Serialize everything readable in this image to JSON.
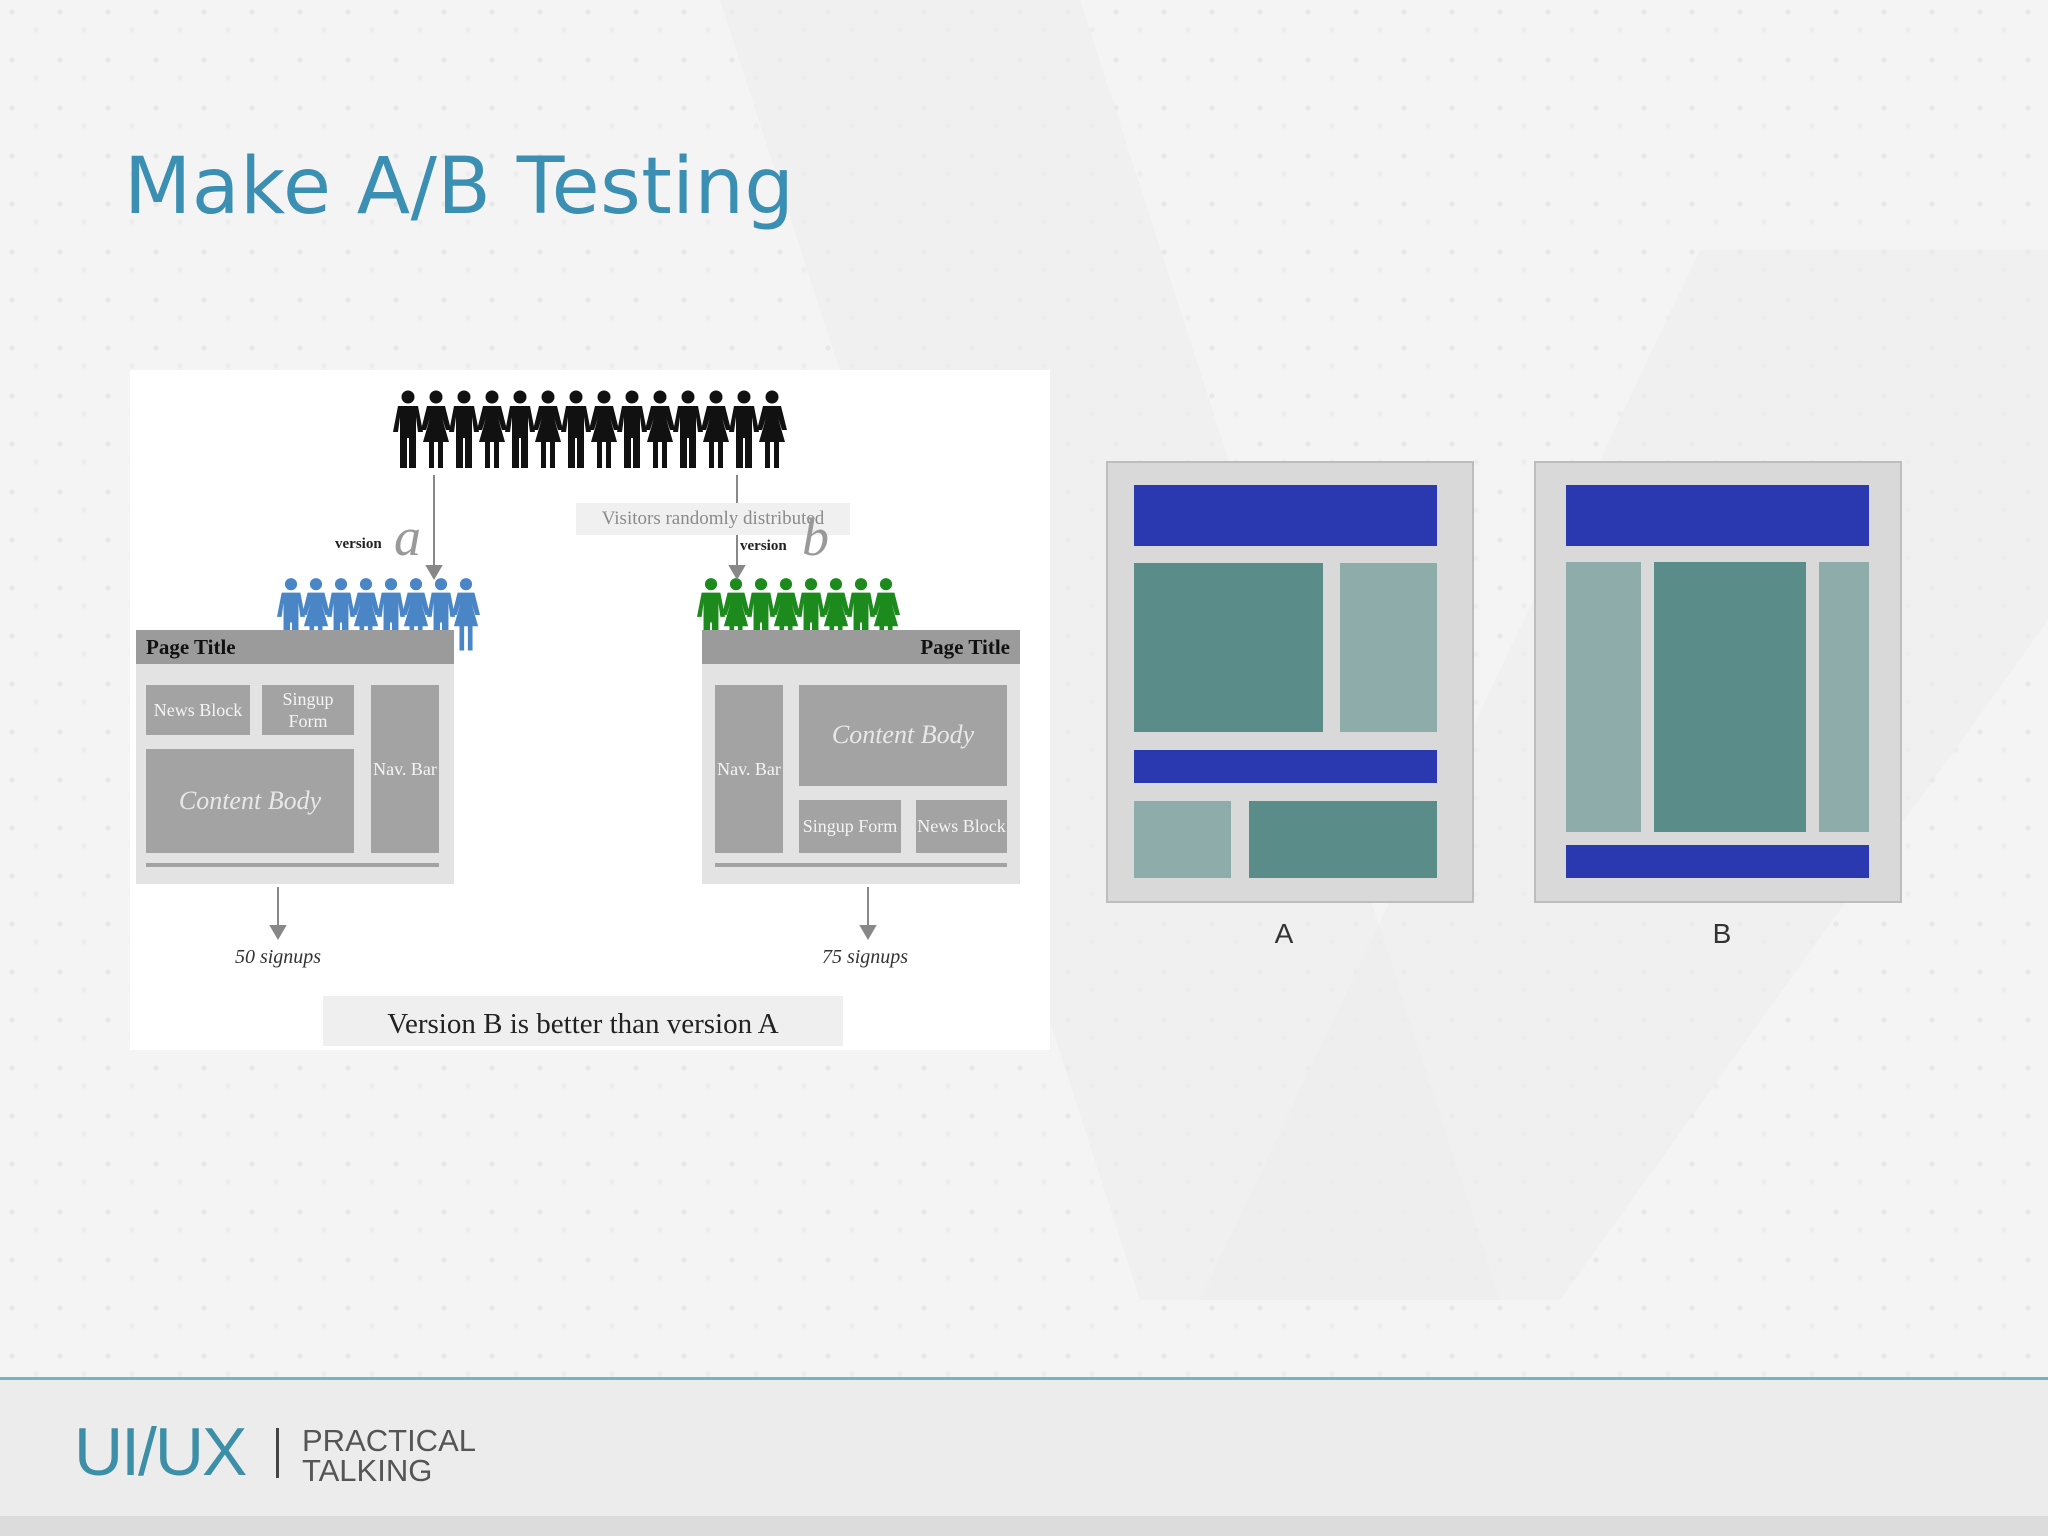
{
  "slide": {
    "title": "Make A/B Testing"
  },
  "ab_test_figure": {
    "visitors_label": "Visitors randomly distributed",
    "version_a": {
      "word": "version",
      "letter": "a",
      "page_title": "Page Title",
      "news_block": "News Block",
      "signup_form": "Singup Form",
      "nav_bar": "Nav. Bar",
      "content_body": "Content Body",
      "signups": "50 signups",
      "color": "#4a86c5"
    },
    "version_b": {
      "word": "version",
      "letter": "b",
      "page_title": "Page Title",
      "news_block": "News Block",
      "signup_form": "Singup Form",
      "nav_bar": "Nav. Bar",
      "content_body": "Content Body",
      "signups": "75 signups",
      "color": "#1c8a1c"
    },
    "crowd_color": "#111111",
    "conclusion": "Version B is better than version A"
  },
  "layout_comparison": {
    "label_a": "A",
    "label_b": "B",
    "colors": {
      "frame": "#d9d9d9",
      "header": "#2a39b0",
      "dark_teal": "#5a8d89",
      "light_teal": "#8eaca9"
    }
  },
  "footer": {
    "logo": "UI/UX",
    "tagline_line1": "PRACTICAL",
    "tagline_line2": "TALKING",
    "accent_color": "#3d8fa8"
  }
}
